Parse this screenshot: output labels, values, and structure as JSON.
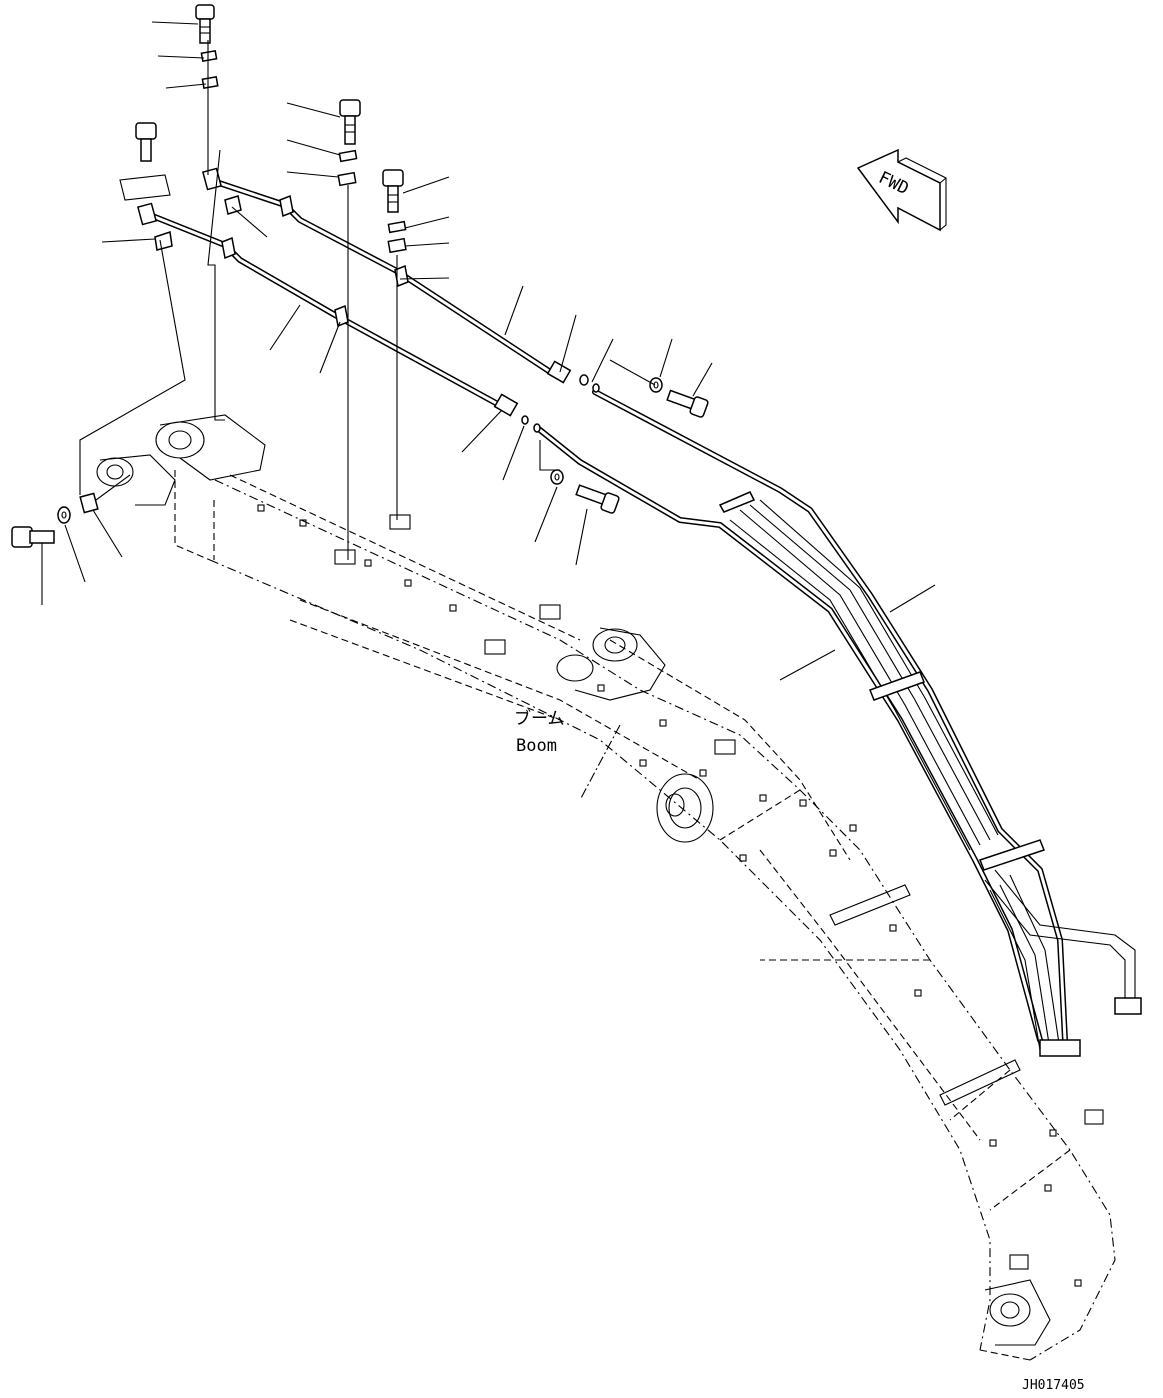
{
  "labels": {
    "boom_jp": "ブーム",
    "boom_en": "Boom",
    "direction": "FWD",
    "drawing_code": "JH017405"
  },
  "colors": {
    "ink": "#000000",
    "paper": "#ffffff"
  }
}
